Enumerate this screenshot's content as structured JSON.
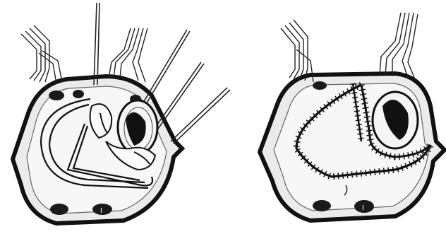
{
  "figure": {
    "panels": [
      {
        "id": "left",
        "description_hidden": "",
        "sutures_visible": true
      },
      {
        "id": "right",
        "description_hidden": "",
        "sutures_visible": true
      }
    ],
    "colors": {
      "background": "#ffffff",
      "outline": "#111111",
      "fill_light": "#f2f2f2",
      "fill_shadow": "#cfcfcf",
      "dark_spot": "#1a1a1a"
    },
    "labels": {
      "left_bottom_marker": "I",
      "right_bottom_marker": "I"
    }
  }
}
